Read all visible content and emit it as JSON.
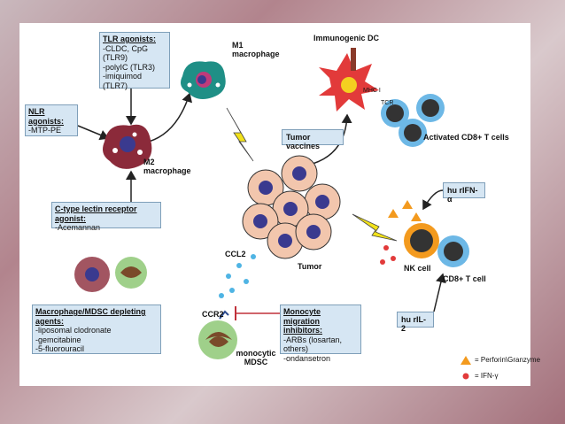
{
  "boxes": {
    "tlr": {
      "title": "TLR agonists:",
      "items": [
        "-CLDC, CpG (TLR9)",
        "-polyIC (TLR3)",
        "-imiquimod (TLR7)"
      ]
    },
    "nlr": {
      "title": "NLR agonists:",
      "items": [
        "-MTP-PE"
      ]
    },
    "ctype": {
      "title": "C-type lectin receptor agonist:",
      "items": [
        "-Acemannan"
      ]
    },
    "depleting": {
      "title": "Macrophage/MDSC depleting agents:",
      "items": [
        "-liposomal clodronate",
        "-gemcitabine",
        "-5-fluorouracil"
      ]
    },
    "monocyte": {
      "title": "Monocyte migration inhibitors:",
      "items": [
        "-ARBs (losartan, others)",
        "-ondansetron"
      ]
    },
    "tumor_vaccines": "Tumor vaccines",
    "hu_rifn": "hu rIFN-α",
    "hu_ril2": "hu rIL-2"
  },
  "labels": {
    "m1": "M1\nmacrophage",
    "m2": "M2\nmacrophage",
    "immunogenic_dc": "Immunogenic DC",
    "mhc": "MHC I",
    "tcr": "TCR",
    "activated_cd8": "Activated CD8+ T cells",
    "tumor": "Tumor",
    "ccl2": "CCL2",
    "ccr2": "CCR2",
    "monocytic_mdsc": "monocytic\nMDSC",
    "nk_cell": "NK cell",
    "cd8_t_cell": "CD8+ T cell"
  },
  "legend": {
    "perforin": "= Perforin\\Granzyme",
    "ifn": "= IFN-γ"
  },
  "colors": {
    "box_fill": "#d6e6f3",
    "m2_cell": "#8b2a3a",
    "m1_cell": "#1f8f86",
    "dc_cell": "#e23a3a",
    "tumor_cell": "#f2c6ad",
    "nucleus": "#3a3a8f",
    "lightning": "#f2e21a",
    "t_cell_ring": "#6db8e6",
    "nk_ring": "#f39a1e",
    "perforin": "#f39a1e",
    "ifn": "#e23a3a"
  }
}
